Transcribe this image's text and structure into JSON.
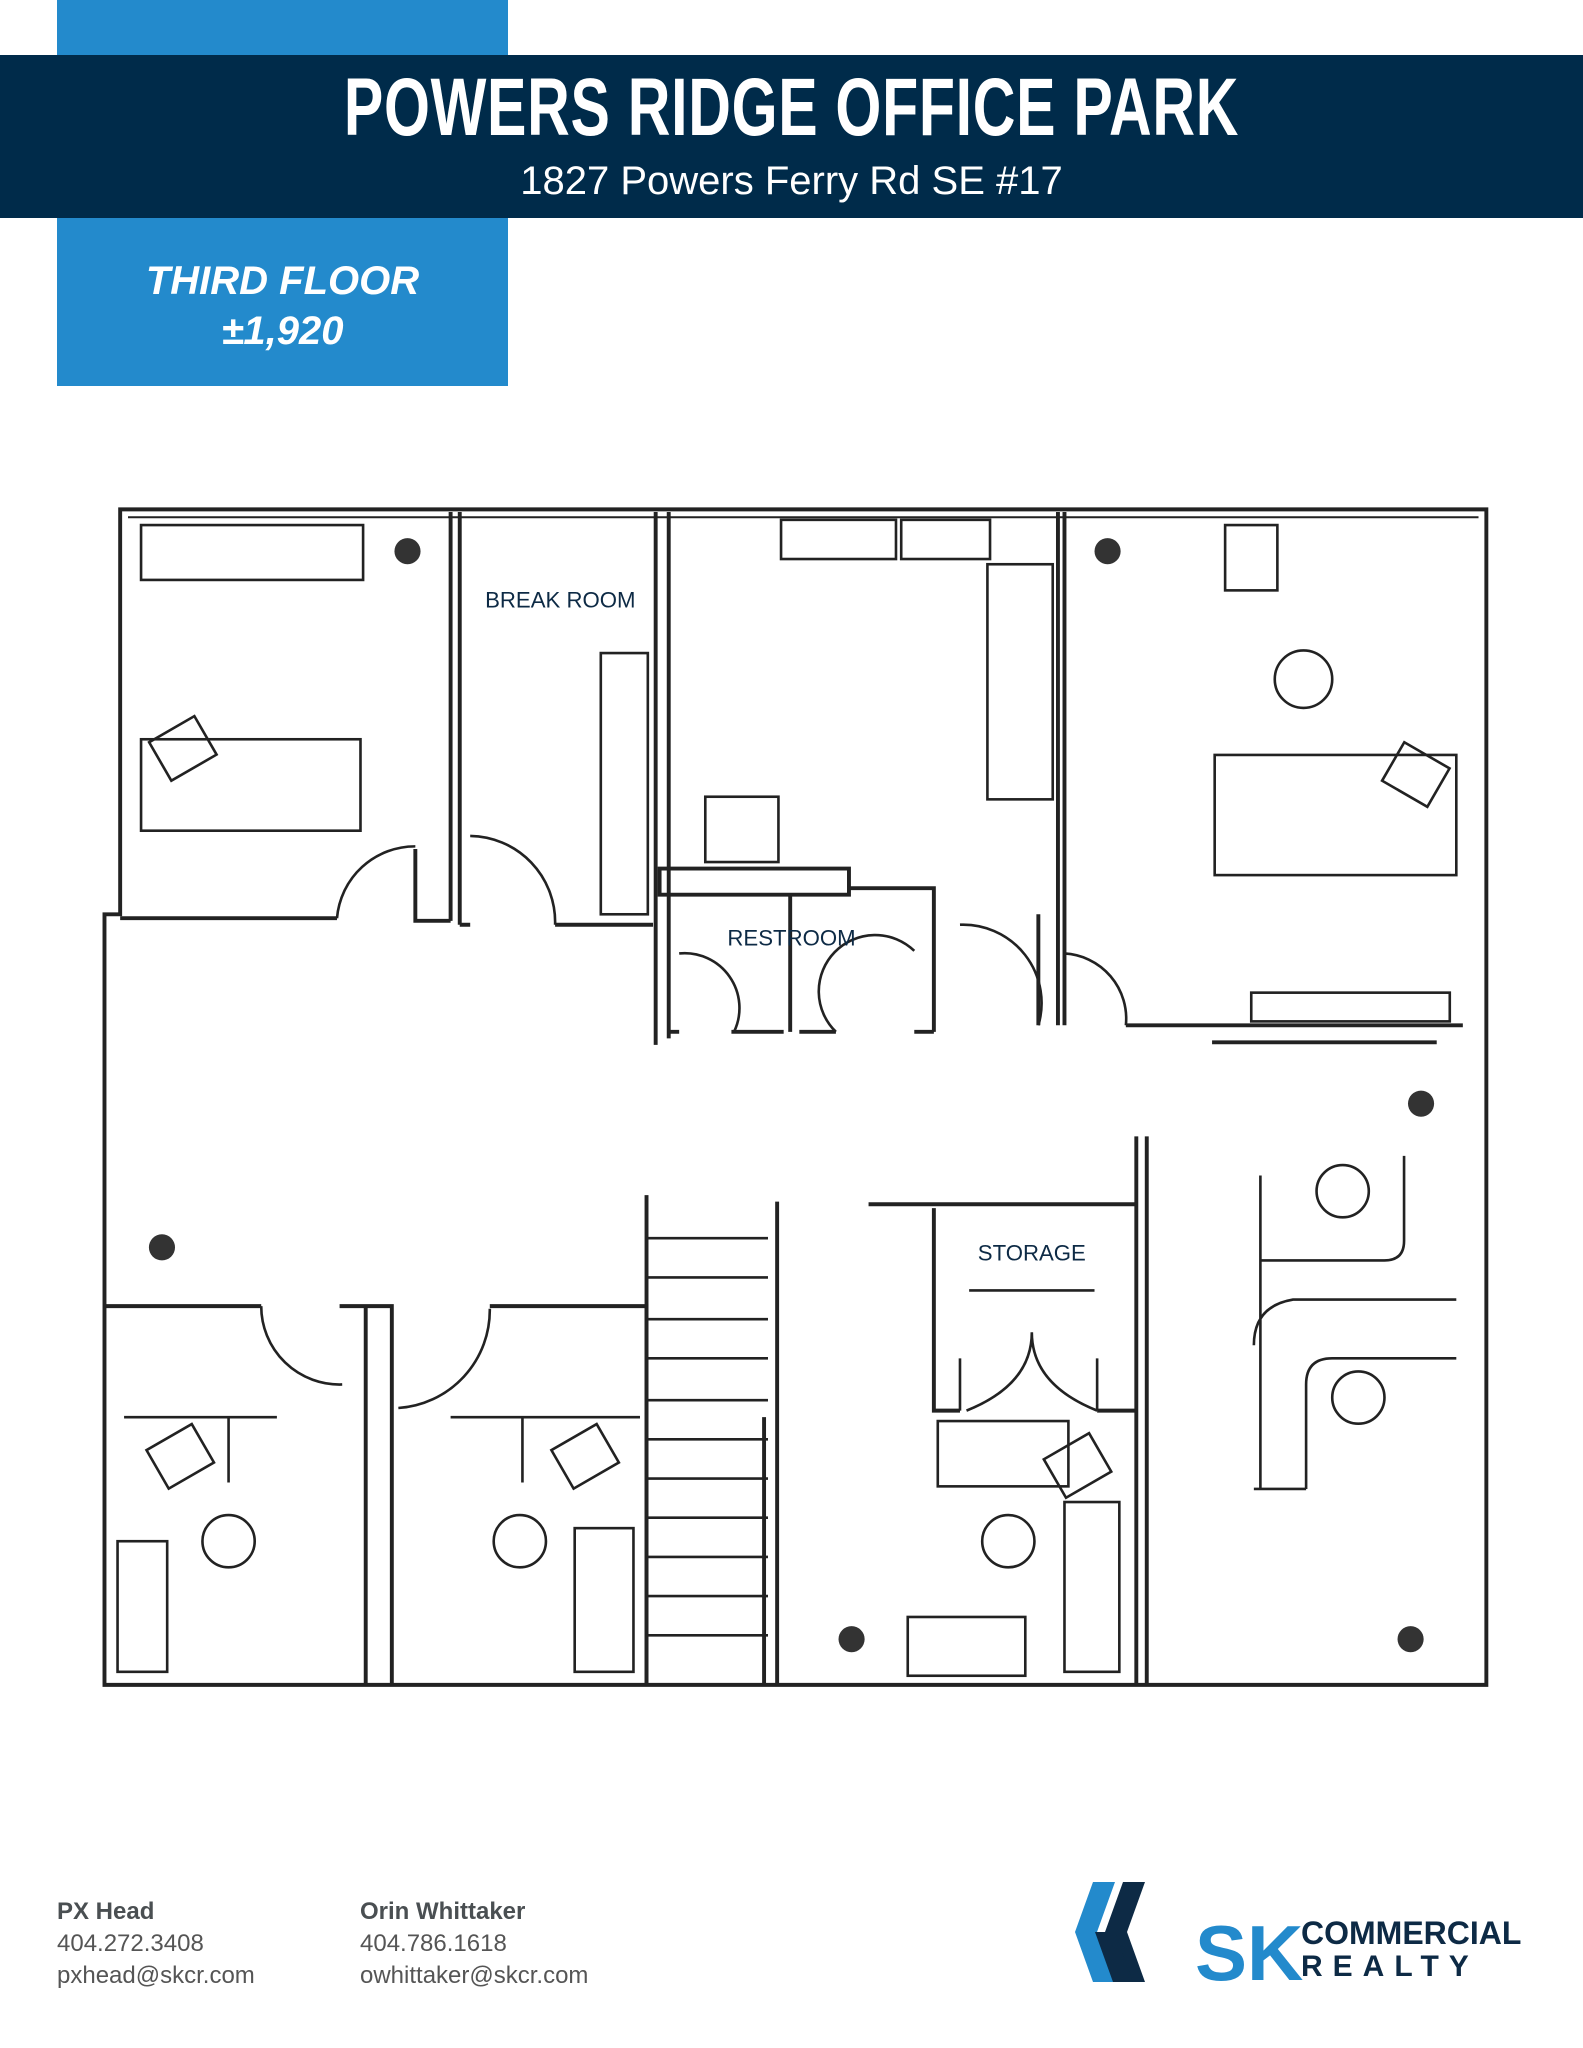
{
  "header": {
    "title": "POWERS RIDGE OFFICE PARK",
    "address": "1827 Powers Ferry Rd SE #17"
  },
  "floor": {
    "label": "THIRD FLOOR",
    "area": "±1,920"
  },
  "rooms": {
    "break_room": "BREAK ROOM",
    "restroom": "RESTROOM",
    "storage": "STORAGE"
  },
  "contacts": [
    {
      "name": "PX Head",
      "phone": "404.272.3408",
      "email": "pxhead@skcr.com"
    },
    {
      "name": "Orin Whittaker",
      "phone": "404.786.1618",
      "email": "owhittaker@skcr.com"
    }
  ],
  "logo": {
    "mark": "SK",
    "line1": "COMMERCIAL",
    "line2": "REALTY"
  },
  "colors": {
    "navy": "#002b4a",
    "blue": "#238acc"
  }
}
